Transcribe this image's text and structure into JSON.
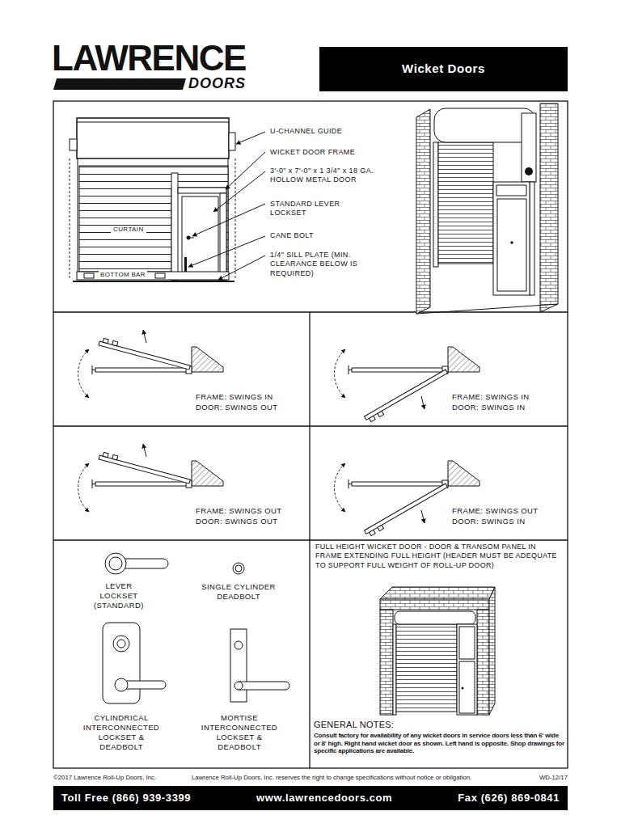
{
  "diagram": {
    "title": "Wicket Doors",
    "nodes": [
      {
        "text": [
          "Toll Free (866) 939-3399",
          "www.lawrencedoors.com",
          "Fax (626) 869-0841"
        ]
      }
    ],
    "labels": [
      "LAWRENCE",
      "DOORS",
      "U-CHANNEL GUIDE",
      "WICKET DOOR FRAME",
      "3'-0\" x 7'-0\" x 1 3/4\" x 18 GA. HOLLOW METAL DOOR",
      "STANDARD LEVER LOCKSET",
      "CANE BOLT",
      "1/4\" SILL PLATE (MIN. CLEARANCE BELOW IS REQUIRED)",
      "CURTAIN",
      "BOTTOM BAR",
      "FRAME: SWINGS IN",
      "DOOR: SWINGS OUT",
      "FRAME: SWINGS IN",
      "DOOR: SWINGS IN",
      "FRAME: SWINGS OUT",
      "DOOR: SWINGS OUT",
      "FRAME: SWINGS OUT",
      "DOOR: SWINGS IN",
      "LEVER LOCKSET (STANDARD)",
      "SINGLE CYLINDER DEADBOLT",
      "CYLINDRICAL INTERCONNECTED LOCKSET & DEADBOLT",
      "MORTISE INTERCONNECTED LOCKSET & DEADBOLT",
      "FULL HEIGHT WICKET DOOR - DOOR & TRANSOM PANEL IN FRAME EXTENDING FULL HEIGHT (HEADER MUST BE ADEQUATE TO SUPPORT FULL WEIGHT OF ROLL-UP DOOR)",
      "GENERAL NOTES:",
      "Consult factory for availability of any wicket doors in service doors less than 6' wide or 8' high. Right hand wicket door as shown. Left hand is opposite. Shop drawings for specific applications are available.",
      "©2017 Lawrence Roll-Up Doors, Inc.",
      "Lawrence Roll-Up Doors, Inc. reserves the right to change specifications without notice or obligation.",
      "WD-12/17"
    ]
  }
}
